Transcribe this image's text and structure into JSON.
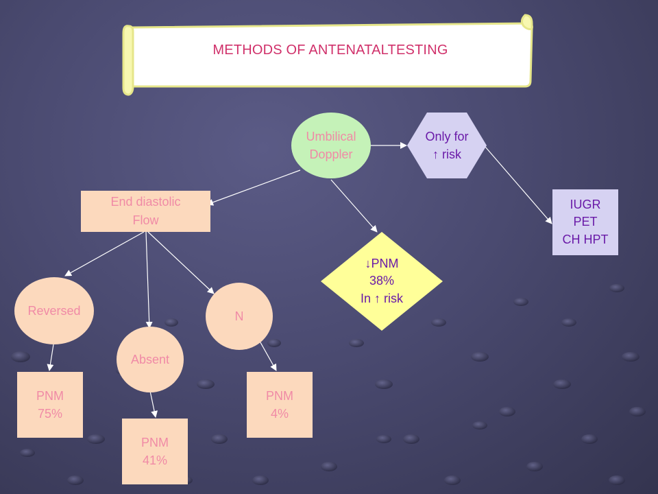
{
  "title": "METHODS OF ANTENATALTESTING",
  "colors": {
    "background": "#4a4a70",
    "peach_box": "#fcd9bd",
    "green_ellipse": "#c5f2b8",
    "lavender": "#d6d2f2",
    "yellow": "#ffff99",
    "pink_text": "#f08aa6",
    "purple_text": "#6a1aa8",
    "title_text": "#d0306a"
  },
  "nodes": {
    "umbilical_doppler": {
      "line1": "Umbilical",
      "line2": "Doppler"
    },
    "only_for_risk": {
      "line1": "Only for",
      "line2": "↑ risk"
    },
    "end_diastolic_flow": {
      "line1": "End diastolic",
      "line2": "Flow"
    },
    "iugr_pet_chhpt": {
      "line1": "IUGR",
      "line2": "PET",
      "line3": "CH HPT"
    },
    "pnm_38": {
      "line1": "↓PNM",
      "line2": "38%",
      "line3": "In ↑ risk"
    },
    "reversed": {
      "label": "Reversed"
    },
    "absent": {
      "label": "Absent"
    },
    "normal": {
      "label": "N"
    },
    "pnm_75": {
      "line1": "PNM",
      "line2": "75%"
    },
    "pnm_41": {
      "line1": "PNM",
      "line2": "41%"
    },
    "pnm_4": {
      "line1": "PNM",
      "line2": "4%"
    }
  }
}
